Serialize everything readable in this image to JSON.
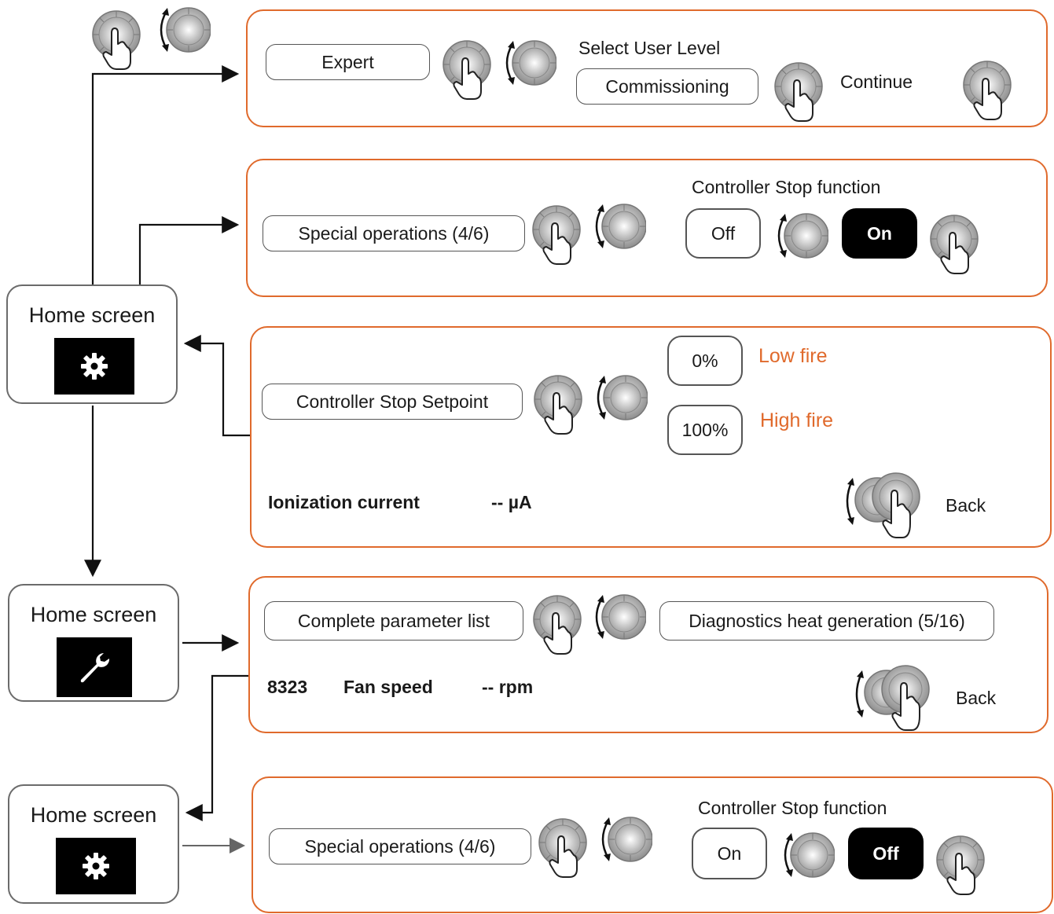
{
  "home_screens": [
    {
      "label": "Home screen",
      "icon": "gear-icon"
    },
    {
      "label": "Home screen",
      "icon": "wrench-icon"
    },
    {
      "label": "Home screen",
      "icon": "gear-icon"
    }
  ],
  "panel_user_level": {
    "menu_item": "Expert",
    "heading": "Select User Level",
    "selection": "Commissioning",
    "continue_label": "Continue"
  },
  "panel_stop_function": {
    "menu_item": "Special operations (4/6)",
    "heading": "Controller Stop function",
    "option_off": "Off",
    "option_on": "On"
  },
  "panel_setpoint": {
    "menu_item": "Controller Stop Setpoint",
    "value_low": "0%",
    "label_low": "Low fire",
    "value_high": "100%",
    "label_high": "High fire",
    "reading_label": "Ionization current",
    "reading_value": "-- µA",
    "back_label": "Back"
  },
  "panel_fan": {
    "menu_item": "Complete parameter list",
    "submenu": "Diagnostics heat generation (5/16)",
    "param_number": "8323",
    "param_label": "Fan speed",
    "param_value": "-- rpm",
    "back_label": "Back"
  },
  "panel_stop_off": {
    "menu_item": "Special operations (4/6)",
    "heading": "Controller Stop function",
    "option_on": "On",
    "option_off": "Off"
  },
  "colors": {
    "accent": "#e06a2c",
    "frame": "#6b6b6b",
    "knob": "#9a9a9a"
  }
}
